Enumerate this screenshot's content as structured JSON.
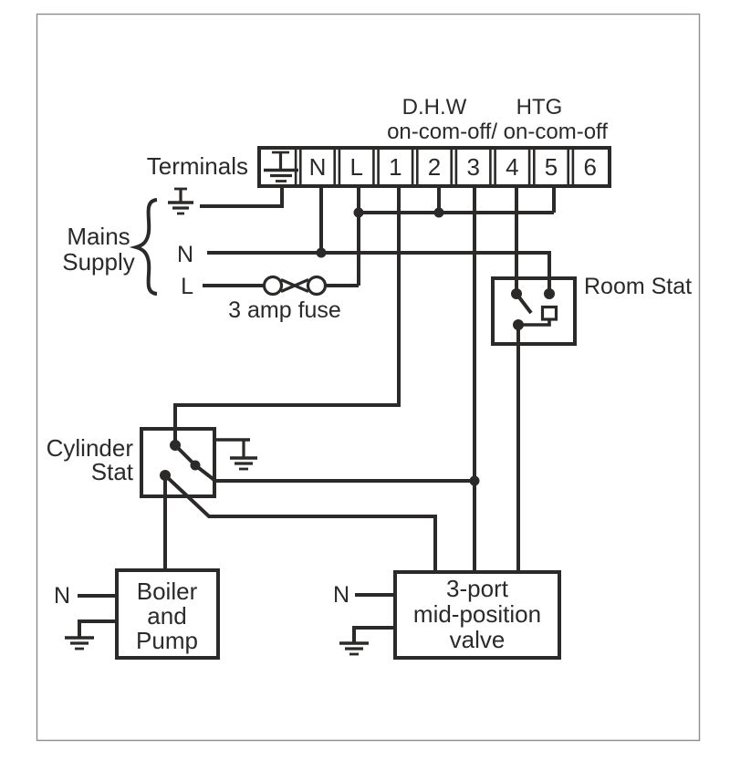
{
  "header": {
    "dhw": "D.H.W",
    "htg": "HTG",
    "on_com_off": "on-com-off/ on-com-off"
  },
  "terminals": {
    "title": "Terminals",
    "labels": [
      "N",
      "L",
      "1",
      "2",
      "3",
      "4",
      "5",
      "6"
    ]
  },
  "mains": {
    "line1": "Mains",
    "line2": "Supply",
    "neutral": "N",
    "live": "L",
    "fuse": "3 amp fuse"
  },
  "room_stat": {
    "label": "Room Stat"
  },
  "cylinder_stat": {
    "line1": "Cylinder",
    "line2": "Stat"
  },
  "boiler": {
    "line1": "Boiler",
    "line2": "and",
    "line3": "Pump",
    "neutral": "N"
  },
  "valve": {
    "line1": "3-port",
    "line2": "mid-position",
    "line3": "valve",
    "neutral": "N"
  },
  "icons": {
    "earth": "earth-ground-symbol",
    "fuse": "fuse-symbol",
    "junction": "junction-dot",
    "brace": "curly-brace"
  },
  "colors": {
    "line": "#2b2a29",
    "background": "#ffffff",
    "page_border": "#8c8c8c"
  }
}
